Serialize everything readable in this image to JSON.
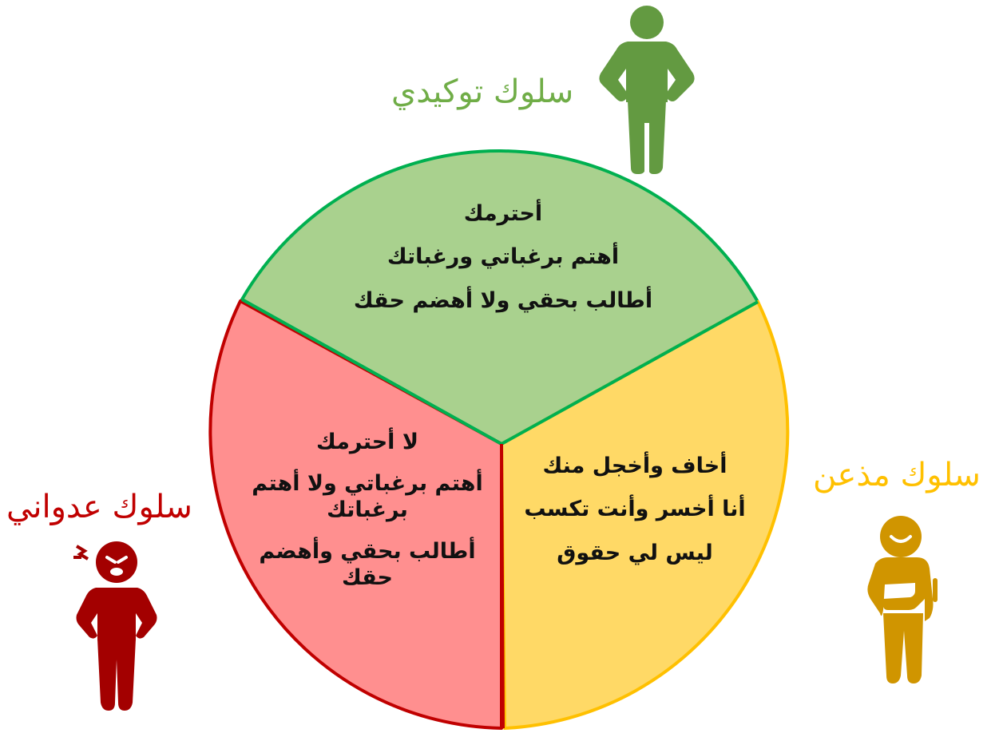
{
  "colors": {
    "assertive_fill": "#a9d18e",
    "assertive_stroke": "#00b050",
    "assertive_label": "#70ad47",
    "assertive_figure": "#639a41",
    "passive_fill": "#ffd966",
    "passive_stroke": "#ffc000",
    "passive_label": "#ffc000",
    "passive_figure": "#d09500",
    "aggressive_fill": "#ff8f8f",
    "aggressive_stroke": "#c00000",
    "aggressive_label": "#c00000",
    "aggressive_figure": "#a30000"
  },
  "assertive": {
    "title": "سلوك توكيدي",
    "lines": [
      "أحترمك",
      "أهتم برغباتي ورغباتك",
      "أطالب بحقي ولا أهضم حقك"
    ],
    "icon": "standing-person-icon"
  },
  "passive": {
    "title": "سلوك مذعن",
    "lines": [
      "أخاف وأخجل منك",
      "أنا أخسر وأنت تكسب",
      "ليس لي حقوق"
    ],
    "icon": "shy-person-icon"
  },
  "aggressive": {
    "title": "سلوك عدواني",
    "lines": [
      "لا أحترمك",
      "أهتم برغباتي ولا أهتم",
      "برغباتك",
      "أطالب بحقي وأهضم",
      "حقك"
    ],
    "icon": "angry-person-icon"
  }
}
